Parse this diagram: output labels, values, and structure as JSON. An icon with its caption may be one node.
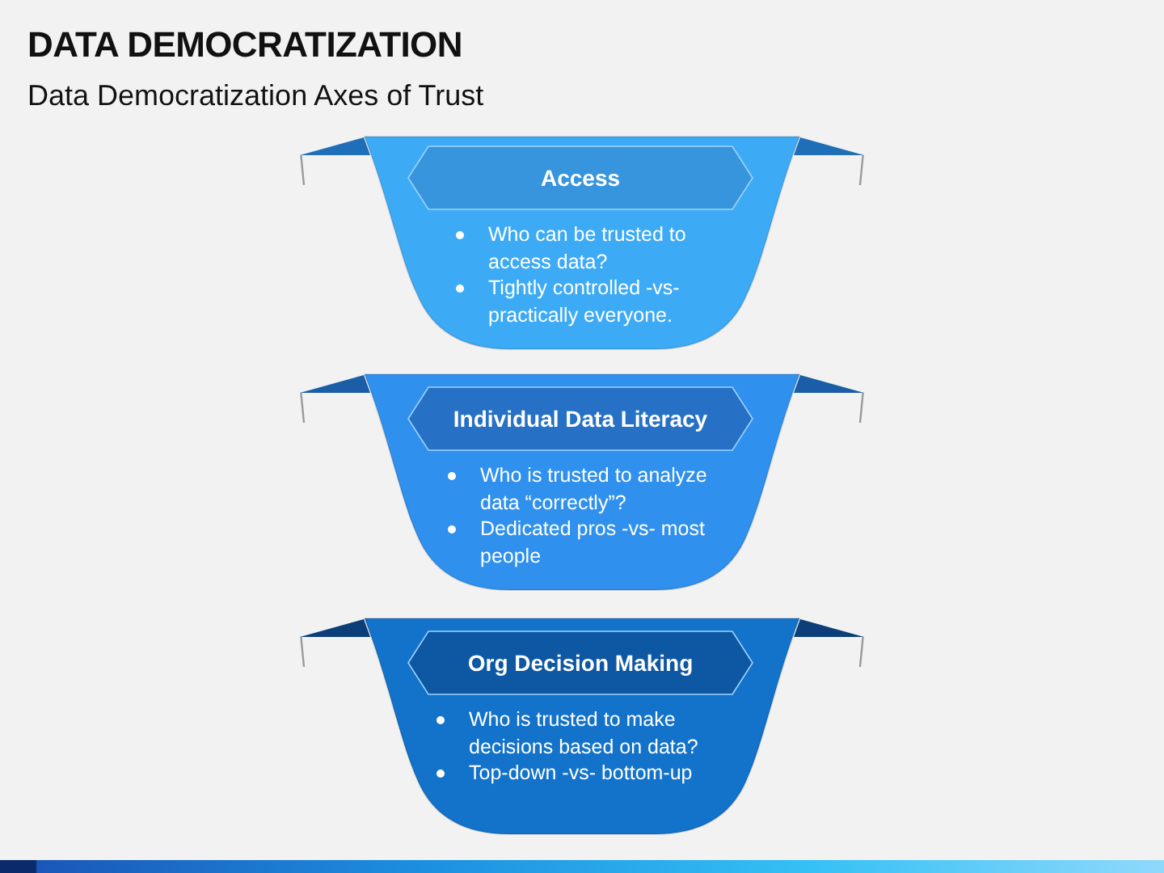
{
  "diagram": {
    "title": "DATA DEMOCRATIZATION",
    "nodes": [
      {
        "text": [
          "Who can be trusted to access data?",
          "Tightly controlled -vs- practically everyone."
        ]
      },
      {
        "text": [
          "Access"
        ],
        "in": 0
      },
      {
        "text": [
          "Who is trusted to analyze data “correctly”?",
          "Dedicated pros -vs- most people"
        ]
      },
      {
        "text": [
          "Individual Data Literacy"
        ],
        "in": 2
      },
      {
        "text": [
          "Who is trusted to make decisions based on data?",
          "Top-down -vs- bottom-up"
        ]
      },
      {
        "text": [
          "Org Decision Making"
        ],
        "in": 4
      }
    ],
    "labels": [
      "Data Democratization Axes of Trust"
    ]
  }
}
